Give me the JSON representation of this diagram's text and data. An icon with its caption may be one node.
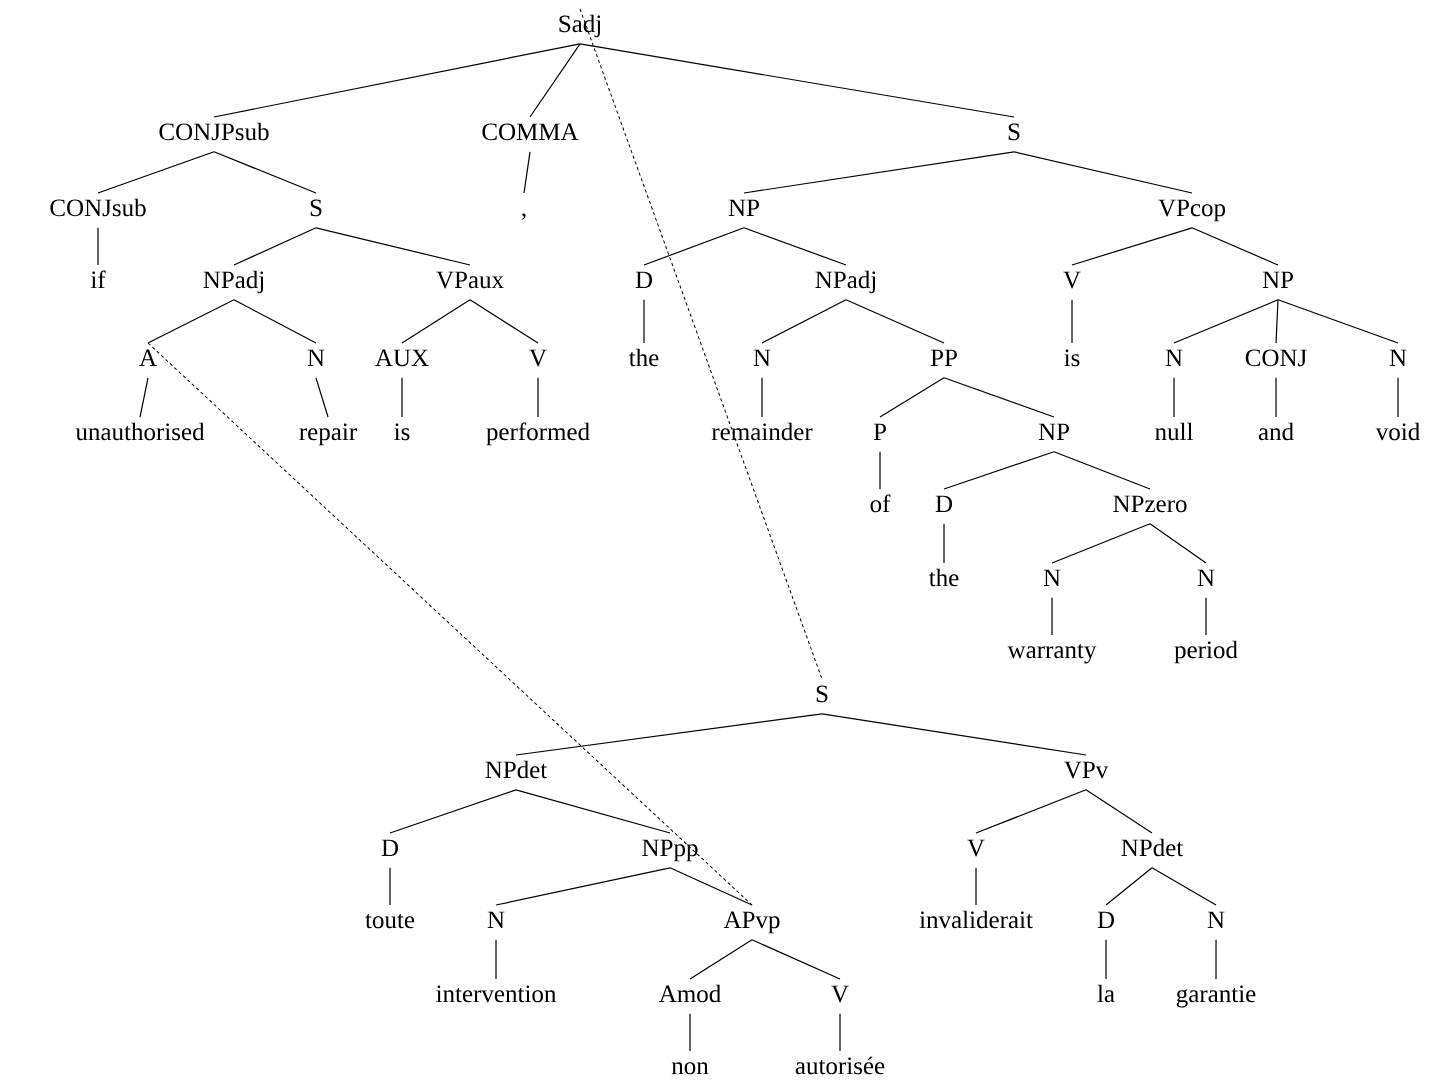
{
  "diagram": {
    "nodes": [
      {
        "text": [
          "Sadj"
        ]
      },
      {
        "text": [
          "CONJPsub"
        ]
      },
      {
        "text": [
          "COMMA"
        ]
      },
      {
        "text": [
          "S"
        ]
      },
      {
        "text": [
          "CONJsub"
        ]
      },
      {
        "text": [
          "S"
        ]
      },
      {
        "text": [
          ","
        ]
      },
      {
        "text": [
          "if"
        ]
      },
      {
        "text": [
          "NPadj"
        ]
      },
      {
        "text": [
          "VPaux"
        ]
      },
      {
        "text": [
          "A"
        ]
      },
      {
        "text": [
          "N"
        ]
      },
      {
        "text": [
          "AUX"
        ]
      },
      {
        "text": [
          "V"
        ]
      },
      {
        "text": [
          "unauthorised"
        ]
      },
      {
        "text": [
          "repair"
        ]
      },
      {
        "text": [
          "is"
        ]
      },
      {
        "text": [
          "performed"
        ]
      },
      {
        "text": [
          "NP"
        ]
      },
      {
        "text": [
          "VPcop"
        ]
      },
      {
        "text": [
          "D"
        ]
      },
      {
        "text": [
          "NPadj"
        ]
      },
      {
        "text": [
          "V"
        ]
      },
      {
        "text": [
          "NP"
        ]
      },
      {
        "text": [
          "the"
        ]
      },
      {
        "text": [
          "N"
        ]
      },
      {
        "text": [
          "PP"
        ]
      },
      {
        "text": [
          "is"
        ]
      },
      {
        "text": [
          "N"
        ]
      },
      {
        "text": [
          "CONJ"
        ]
      },
      {
        "text": [
          "N"
        ]
      },
      {
        "text": [
          "remainder"
        ]
      },
      {
        "text": [
          "P"
        ]
      },
      {
        "text": [
          "NP"
        ]
      },
      {
        "text": [
          "null"
        ]
      },
      {
        "text": [
          "and"
        ]
      },
      {
        "text": [
          "void"
        ]
      },
      {
        "text": [
          "of"
        ]
      },
      {
        "text": [
          "D"
        ]
      },
      {
        "text": [
          "NPzero"
        ]
      },
      {
        "text": [
          "the"
        ]
      },
      {
        "text": [
          "N"
        ]
      },
      {
        "text": [
          "N"
        ]
      },
      {
        "text": [
          "warranty"
        ]
      },
      {
        "text": [
          "period"
        ]
      },
      {
        "text": [
          "S"
        ]
      },
      {
        "text": [
          "NPdet"
        ]
      },
      {
        "text": [
          "VPv"
        ]
      },
      {
        "text": [
          "D"
        ]
      },
      {
        "text": [
          "NPpp"
        ]
      },
      {
        "text": [
          "V"
        ]
      },
      {
        "text": [
          "NPdet"
        ]
      },
      {
        "text": [
          "toute"
        ]
      },
      {
        "text": [
          "N"
        ]
      },
      {
        "text": [
          "APvp"
        ]
      },
      {
        "text": [
          "invaliderait"
        ]
      },
      {
        "text": [
          "D"
        ]
      },
      {
        "text": [
          "N"
        ]
      },
      {
        "text": [
          "intervention"
        ]
      },
      {
        "text": [
          "Amod"
        ]
      },
      {
        "text": [
          "V"
        ]
      },
      {
        "text": [
          "la"
        ]
      },
      {
        "text": [
          "garantie"
        ]
      },
      {
        "text": [
          "non"
        ]
      },
      {
        "text": [
          "autorisée"
        ]
      }
    ],
    "edges": [
      {
        "from": 0,
        "to": 1,
        "arrow": "none"
      },
      {
        "from": 0,
        "to": 2,
        "arrow": "none"
      },
      {
        "from": 0,
        "to": 3,
        "arrow": "none"
      },
      {
        "from": 1,
        "to": 4,
        "arrow": "none"
      },
      {
        "from": 1,
        "to": 5,
        "arrow": "none"
      },
      {
        "from": 2,
        "to": 6,
        "arrow": "none"
      },
      {
        "from": 4,
        "to": 7,
        "arrow": "none"
      },
      {
        "from": 5,
        "to": 8,
        "arrow": "none"
      },
      {
        "from": 5,
        "to": 9,
        "arrow": "none"
      },
      {
        "from": 8,
        "to": 10,
        "arrow": "none"
      },
      {
        "from": 8,
        "to": 11,
        "arrow": "none"
      },
      {
        "from": 9,
        "to": 12,
        "arrow": "none"
      },
      {
        "from": 9,
        "to": 13,
        "arrow": "none"
      },
      {
        "from": 10,
        "to": 14,
        "arrow": "none"
      },
      {
        "from": 11,
        "to": 15,
        "arrow": "none"
      },
      {
        "from": 12,
        "to": 16,
        "arrow": "none"
      },
      {
        "from": 13,
        "to": 17,
        "arrow": "none"
      },
      {
        "from": 3,
        "to": 18,
        "arrow": "none"
      },
      {
        "from": 3,
        "to": 19,
        "arrow": "none"
      },
      {
        "from": 18,
        "to": 20,
        "arrow": "none"
      },
      {
        "from": 18,
        "to": 21,
        "arrow": "none"
      },
      {
        "from": 19,
        "to": 22,
        "arrow": "none"
      },
      {
        "from": 19,
        "to": 23,
        "arrow": "none"
      },
      {
        "from": 20,
        "to": 24,
        "arrow": "none"
      },
      {
        "from": 21,
        "to": 25,
        "arrow": "none"
      },
      {
        "from": 21,
        "to": 26,
        "arrow": "none"
      },
      {
        "from": 22,
        "to": 27,
        "arrow": "none"
      },
      {
        "from": 23,
        "to": 28,
        "arrow": "none"
      },
      {
        "from": 23,
        "to": 29,
        "arrow": "none"
      },
      {
        "from": 23,
        "to": 30,
        "arrow": "none"
      },
      {
        "from": 25,
        "to": 31,
        "arrow": "none"
      },
      {
        "from": 26,
        "to": 32,
        "arrow": "none"
      },
      {
        "from": 26,
        "to": 33,
        "arrow": "none"
      },
      {
        "from": 28,
        "to": 34,
        "arrow": "none"
      },
      {
        "from": 29,
        "to": 35,
        "arrow": "none"
      },
      {
        "from": 30,
        "to": 36,
        "arrow": "none"
      },
      {
        "from": 32,
        "to": 37,
        "arrow": "none"
      },
      {
        "from": 33,
        "to": 38,
        "arrow": "none"
      },
      {
        "from": 33,
        "to": 39,
        "arrow": "none"
      },
      {
        "from": 38,
        "to": 40,
        "arrow": "none"
      },
      {
        "from": 39,
        "to": 41,
        "arrow": "none"
      },
      {
        "from": 39,
        "to": 42,
        "arrow": "none"
      },
      {
        "from": 41,
        "to": 43,
        "arrow": "none"
      },
      {
        "from": 42,
        "to": 44,
        "arrow": "none"
      },
      {
        "from": 45,
        "to": 46,
        "arrow": "none"
      },
      {
        "from": 45,
        "to": 47,
        "arrow": "none"
      },
      {
        "from": 46,
        "to": 48,
        "arrow": "none"
      },
      {
        "from": 46,
        "to": 49,
        "arrow": "none"
      },
      {
        "from": 47,
        "to": 50,
        "arrow": "none"
      },
      {
        "from": 47,
        "to": 51,
        "arrow": "none"
      },
      {
        "from": 48,
        "to": 52,
        "arrow": "none"
      },
      {
        "from": 49,
        "to": 53,
        "arrow": "none"
      },
      {
        "from": 49,
        "to": 54,
        "arrow": "none"
      },
      {
        "from": 50,
        "to": 55,
        "arrow": "none"
      },
      {
        "from": 51,
        "to": 56,
        "arrow": "none"
      },
      {
        "from": 51,
        "to": 57,
        "arrow": "none"
      },
      {
        "from": 53,
        "to": 58,
        "arrow": "none"
      },
      {
        "from": 54,
        "to": 59,
        "arrow": "none"
      },
      {
        "from": 54,
        "to": 60,
        "arrow": "none"
      },
      {
        "from": 56,
        "to": 61,
        "arrow": "none"
      },
      {
        "from": 57,
        "to": 62,
        "arrow": "none"
      },
      {
        "from": 59,
        "to": 63,
        "arrow": "none"
      },
      {
        "from": 60,
        "to": 64,
        "arrow": "none"
      },
      {
        "from": 0,
        "to": 45,
        "arrow": "none",
        "style": "dashed"
      },
      {
        "from": 10,
        "to": 54,
        "arrow": "none",
        "style": "dashed"
      }
    ]
  }
}
